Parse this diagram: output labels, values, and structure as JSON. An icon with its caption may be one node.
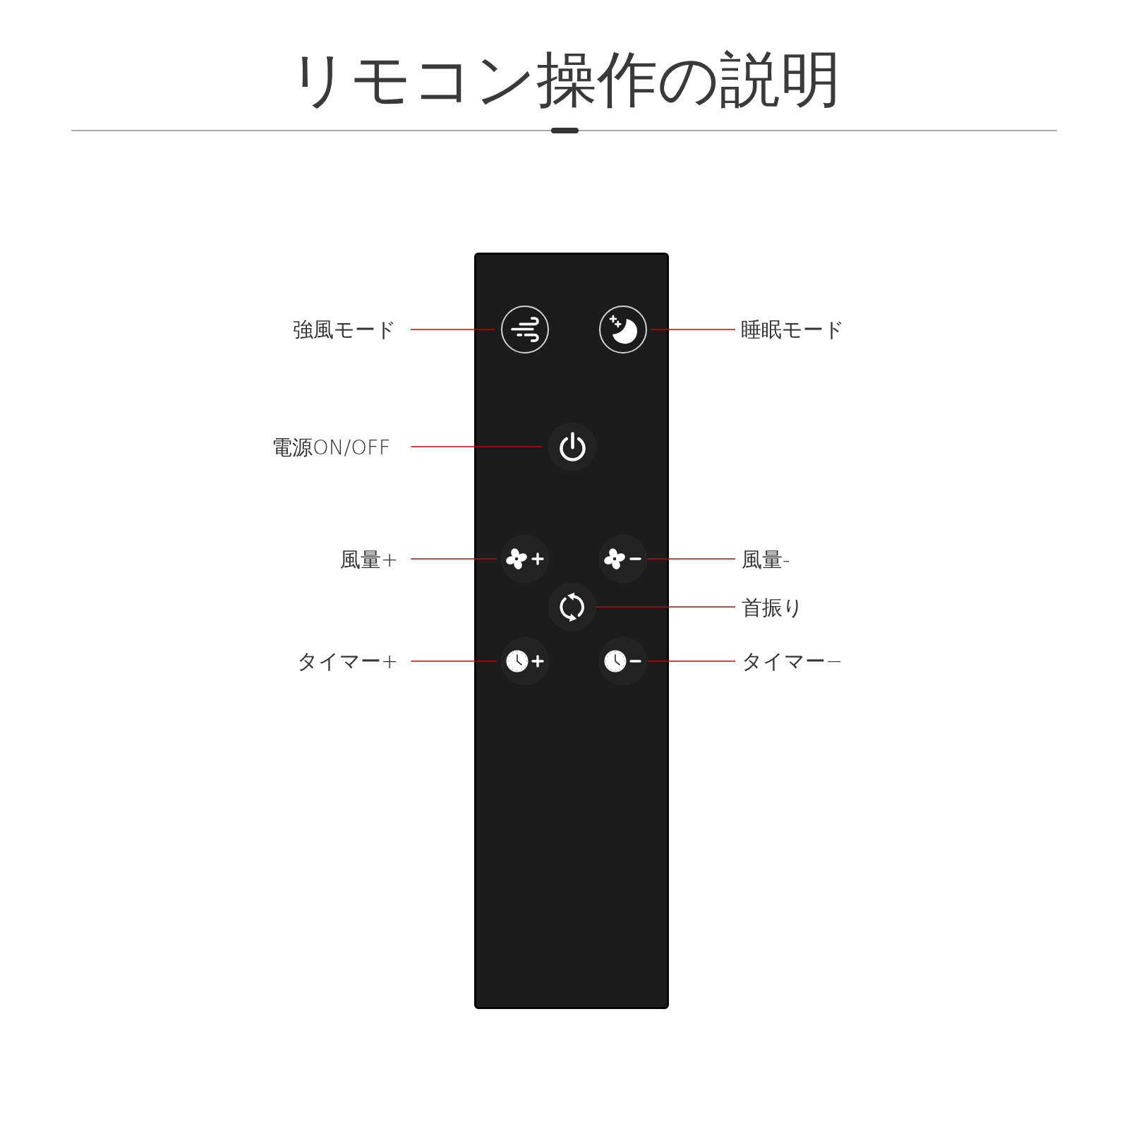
{
  "diagram": {
    "title": "リモコン操作の説明",
    "nodes": [
      {
        "text": [],
        "shape": "box"
      },
      {
        "text": [
          "強風モード"
        ]
      },
      {
        "text": [],
        "shape": "circle",
        "in": 0
      },
      {
        "text": [],
        "shape": "circle",
        "in": 0
      },
      {
        "text": [
          "睡眠モード"
        ]
      },
      {
        "text": [
          "電源ON/OFF"
        ]
      },
      {
        "text": [],
        "shape": "circle",
        "in": 0
      },
      {
        "text": [
          "風量+"
        ]
      },
      {
        "text": [],
        "shape": "circle",
        "in": 0
      },
      {
        "text": [],
        "shape": "circle",
        "in": 0
      },
      {
        "text": [
          "風量-"
        ]
      },
      {
        "text": [],
        "shape": "circle",
        "in": 0
      },
      {
        "text": [
          "首振り"
        ]
      },
      {
        "text": [
          "タイマー+"
        ]
      },
      {
        "text": [],
        "shape": "circle",
        "in": 0
      },
      {
        "text": [],
        "shape": "circle",
        "in": 0
      },
      {
        "text": [
          "タイマー−"
        ]
      }
    ],
    "edges": [
      {
        "from": 1,
        "to": 2,
        "arrow": "none"
      },
      {
        "from": 4,
        "to": 3,
        "arrow": "none"
      },
      {
        "from": 5,
        "to": 6,
        "arrow": "none"
      },
      {
        "from": 7,
        "to": 8,
        "arrow": "none"
      },
      {
        "from": 10,
        "to": 9,
        "arrow": "none"
      },
      {
        "from": 12,
        "to": 11,
        "arrow": "none"
      },
      {
        "from": 13,
        "to": 14,
        "arrow": "none"
      },
      {
        "from": 16,
        "to": 15,
        "arrow": "none"
      }
    ]
  }
}
